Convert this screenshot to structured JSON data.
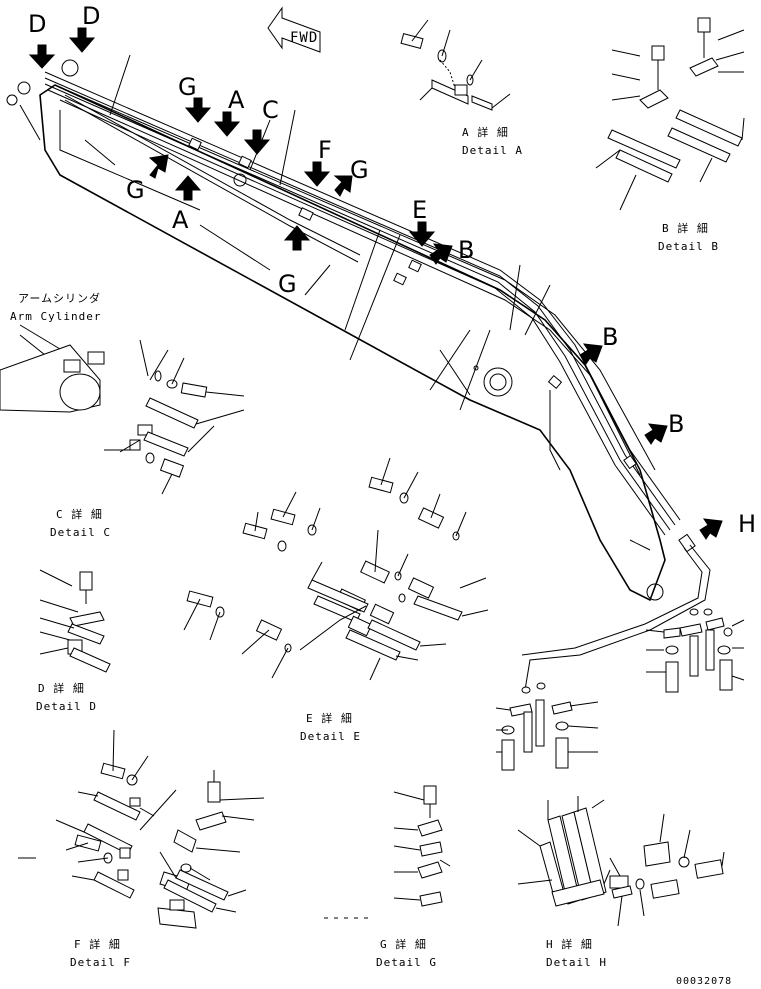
{
  "fwd_label": "FWD",
  "callout_letters": {
    "d1": "D",
    "d2": "D",
    "g1": "G",
    "a1": "A",
    "c1": "C",
    "f1": "F",
    "g2": "G",
    "g3": "G",
    "a2": "A",
    "e1": "E",
    "b1": "B",
    "b2": "B",
    "b3": "B",
    "h1": "H",
    "g4": "G"
  },
  "arm_cylinder": {
    "jp": "アームシリンダ",
    "en": "Arm Cylinder"
  },
  "details": {
    "a": {
      "jp": "A 詳 細",
      "en": "Detail A"
    },
    "b": {
      "jp": "B 詳 細",
      "en": "Detail B"
    },
    "c": {
      "jp": "C 詳 細",
      "en": "Detail C"
    },
    "d": {
      "jp": "D 詳 細",
      "en": "Detail D"
    },
    "e": {
      "jp": "E 詳 細",
      "en": "Detail E"
    },
    "f": {
      "jp": "F 詳 細",
      "en": "Detail F"
    },
    "g": {
      "jp": "G 詳 細",
      "en": "Detail G"
    },
    "h": {
      "jp": "H 詳 細",
      "en": "Detail H"
    }
  },
  "drawing_number": "00032078"
}
